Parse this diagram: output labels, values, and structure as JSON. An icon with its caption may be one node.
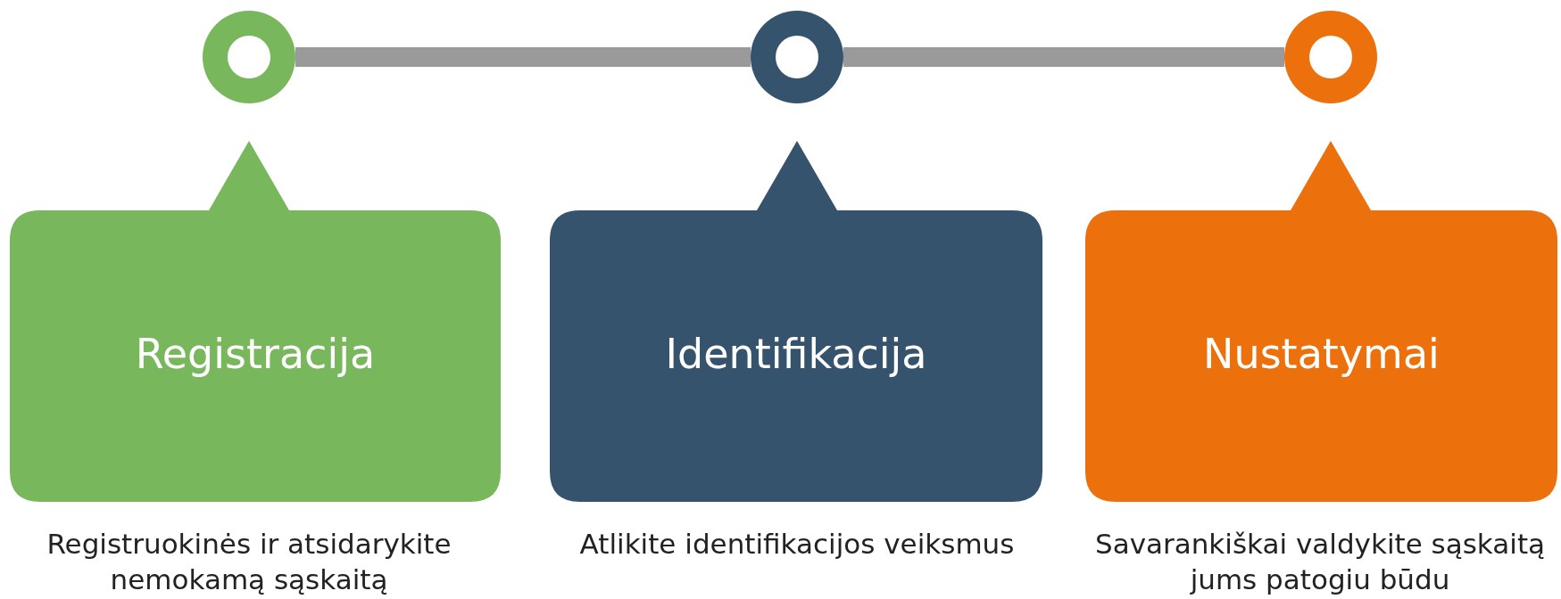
{
  "diagram": {
    "nodes": [
      {
        "text": [],
        "shape": "circle"
      },
      {
        "text": [],
        "shape": "circle"
      },
      {
        "text": [],
        "shape": "circle"
      },
      {
        "text": [
          "Registracija"
        ],
        "beside": [
          "Registruokinės ir atsidarykite nemokamą sąskaitą"
        ]
      },
      {
        "text": [
          "Identifikacija"
        ],
        "beside": [
          "Atlikite identifikacijos veiksmus"
        ]
      },
      {
        "text": [
          "Nustatymai"
        ],
        "beside": [
          "Savarankiškai valdykite sąskaitą jums patogiu būdu"
        ]
      }
    ],
    "edges": [
      {
        "from": 0,
        "to": 1,
        "arrow": "none"
      },
      {
        "from": 1,
        "to": 2,
        "arrow": "none"
      }
    ]
  }
}
